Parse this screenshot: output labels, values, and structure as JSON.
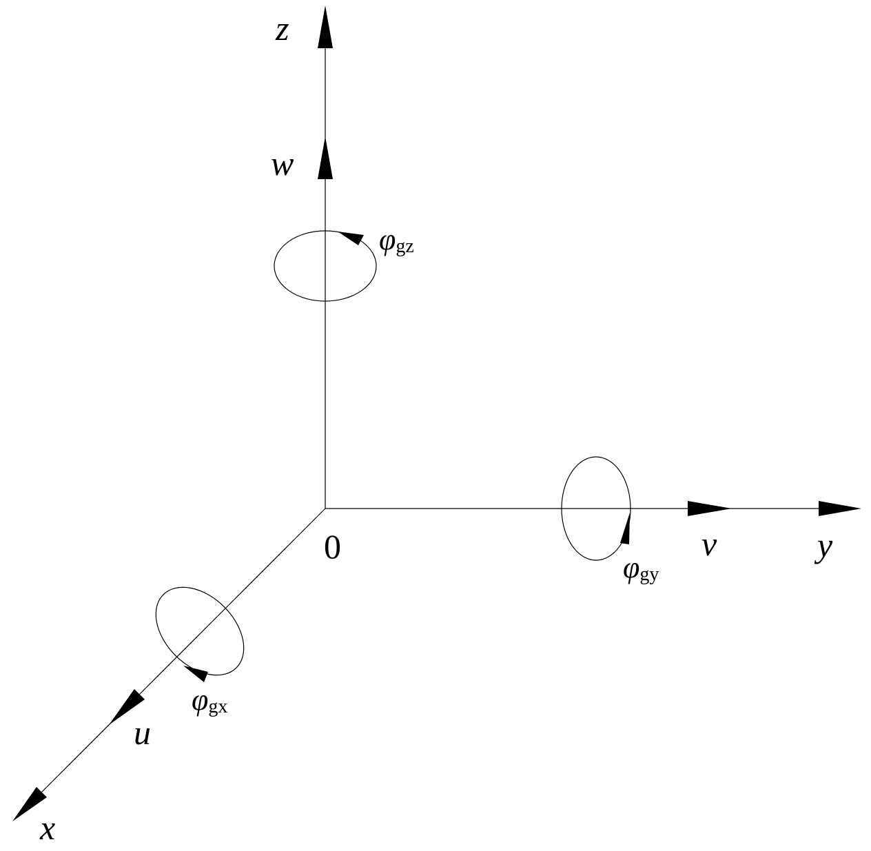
{
  "axes": {
    "x": "x",
    "y": "y",
    "z": "z",
    "origin": "0"
  },
  "displacements": {
    "u": "u",
    "v": "v",
    "w": "w"
  },
  "rotations": {
    "phi_symbol": "φ",
    "gx": "gx",
    "gy": "gy",
    "gz": "gz"
  },
  "colors": {
    "stroke": "#000000",
    "background": "#ffffff"
  }
}
